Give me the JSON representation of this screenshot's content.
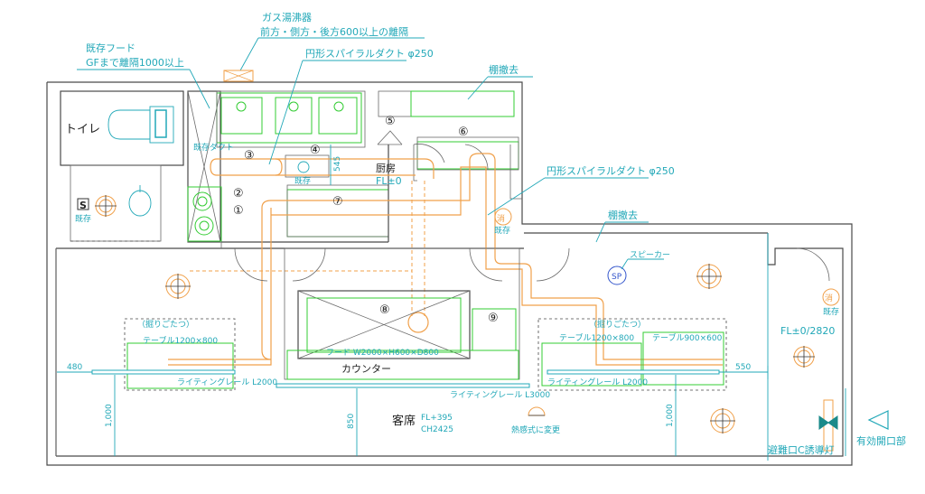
{
  "labels": {
    "toilet": "トイレ",
    "kitchen": "厨房",
    "kitchen_fl": "FL±0",
    "customer": "客席",
    "customer_fl": "FL+395",
    "customer_ch": "CH2425",
    "counter": "カウンター",
    "hood_size": "フード W2000×H600×D800",
    "existing_hood_1": "既存フード",
    "existing_hood_2": "GFまで離隔1000以上",
    "gas_heater_1": "ガス湯沸器",
    "gas_heater_2": "前方・側方・後方600以上の離隔",
    "duct_1": "円形スパイラルダクト φ250",
    "duct_2": "円形スパイラルダクト φ250",
    "shelf_remove_1": "棚撤去",
    "shelf_remove_2": "棚撤去",
    "speaker": "スピーカー",
    "sp": "SP",
    "kotatsu_left": "（掘りごたつ）",
    "kotatsu_right": "（掘りごたつ）",
    "table_left": "テーブル1200×800",
    "table_right_1": "テーブル1200×800",
    "table_right_2": "テーブル900×600",
    "rail_left": "ライティングレール L2000",
    "rail_center": "ライティングレール L3000",
    "rail_right": "ライティングレール L2000",
    "heat_detector": "熱感式に変更",
    "fl_right": "FL±0/2820",
    "evac_light": "避難口C誘導灯",
    "opening": "有効開口部",
    "existing_duct": "既存ダクト",
    "existing": "既存",
    "extinguisher": "消",
    "s_mark": "S",
    "dim_480": "480",
    "dim_550": "550",
    "dim_1000_left": "1,000",
    "dim_850": "850",
    "dim_1000_right": "1,000",
    "dim_545": "545"
  },
  "markers": [
    "①",
    "②",
    "③",
    "④",
    "⑤",
    "⑥",
    "⑦",
    "⑧",
    "⑨"
  ],
  "colors": {
    "walls": "#4a4a4a",
    "equipment": "#33cc33",
    "annotation": "#22a8b8",
    "duct": "#f0a04a",
    "speaker": "#3355cc"
  }
}
